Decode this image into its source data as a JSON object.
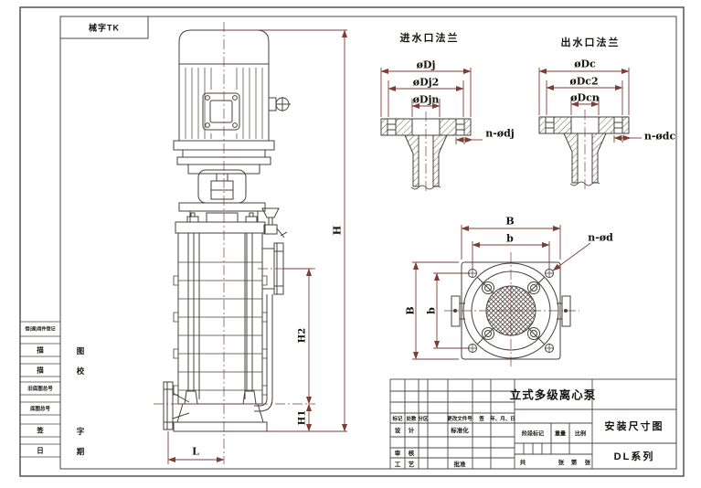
{
  "stamp_text": "械字TK",
  "strip": {
    "register": "借(通)用件登记",
    "trace1": "描",
    "trace1b": "图",
    "trace2": "描",
    "trace2b": "校",
    "old_no": "旧底图总号",
    "base_no": "底图总号",
    "sign": "签",
    "sign_b": "字",
    "date": "日",
    "date_b": "期"
  },
  "views": {
    "inlet": {
      "title": "进水口法兰",
      "d1": "øDj",
      "d2": "øDj2",
      "d3": "øDjn",
      "bolt": "n-ødj"
    },
    "outlet": {
      "title": "出水口法兰",
      "d1": "øDc",
      "d2": "øDc2",
      "d3": "øDcn",
      "bolt": "n-ødc"
    },
    "base": {
      "outer": "B",
      "inner": "b",
      "bolt": "n-ød"
    },
    "pump": {
      "height": "H",
      "h2": "H2",
      "h1": "H1",
      "length": "L"
    }
  },
  "title_block": {
    "rev_header": {
      "mark": "标记",
      "count": "处数",
      "zone": "分区",
      "doc_no": "更改文件号",
      "sign": "签",
      "date": "年、月、日"
    },
    "design_l": "设",
    "design_r": "计",
    "standardize": "标准化",
    "review_l": "审",
    "review_r": "核",
    "craft_l": "工",
    "craft_r": "艺",
    "approve": "批准",
    "product": "立式多级离心泵",
    "stage": "阶段标记",
    "weight": "重量",
    "scale": "比例",
    "total": "共",
    "sheets": "张",
    "no": "第",
    "sheets2": "张",
    "doc_title": "安装尺寸图",
    "series": "DL系列"
  }
}
